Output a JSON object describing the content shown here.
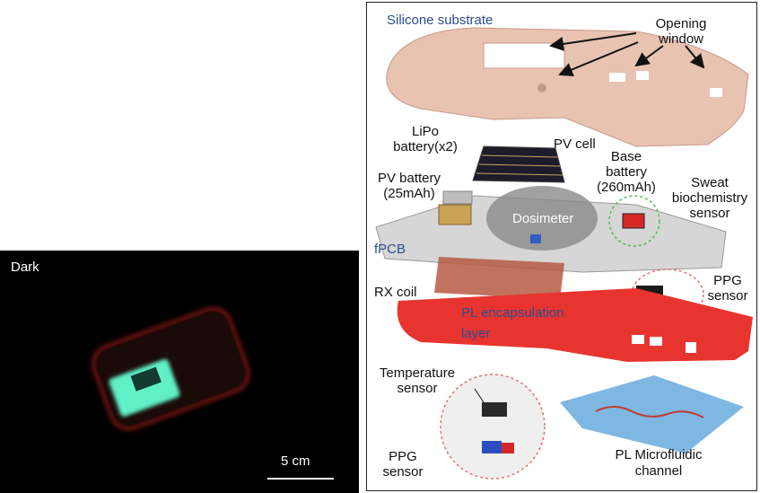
{
  "photo": {
    "label_dark": "Dark",
    "scale_label": "5 cm"
  },
  "diagram": {
    "silicone_substrate": "Silicone substrate",
    "opening_window_1": "Opening",
    "opening_window_2": "window",
    "lipo_1": "LiPo",
    "lipo_2": "battery(x2)",
    "pv_cell": "PV cell",
    "base_1": "Base",
    "base_2": "battery",
    "base_3": "(260mAh)",
    "pv_battery_1": "PV battery",
    "pv_battery_2": "(25mAh)",
    "sweat_1": "Sweat",
    "sweat_2": "biochemistry",
    "sweat_3": "sensor",
    "dosimeter": "Dosimeter",
    "fpcb": "fPCB",
    "rx_coil": "RX coil",
    "ppg_1": "PPG",
    "ppg_2": "sensor",
    "pl_encap_1": "PL encapsulation",
    "pl_encap_2": "layer",
    "temp_1": "Temperature",
    "temp_2": "sensor",
    "ppg_bottom_1": "PPG",
    "ppg_bottom_2": "sensor",
    "microfluidic_1": "PL Microfluidic",
    "microfluidic_2": "channel"
  },
  "colors": {
    "silicone": "#e8c3b2",
    "pl_layer": "#e8342f",
    "microfluidic": "#7fb7e3",
    "label_blue": "#2a4d8f",
    "glow_green": "#5ff0c8",
    "glow_red": "#c0201a"
  }
}
